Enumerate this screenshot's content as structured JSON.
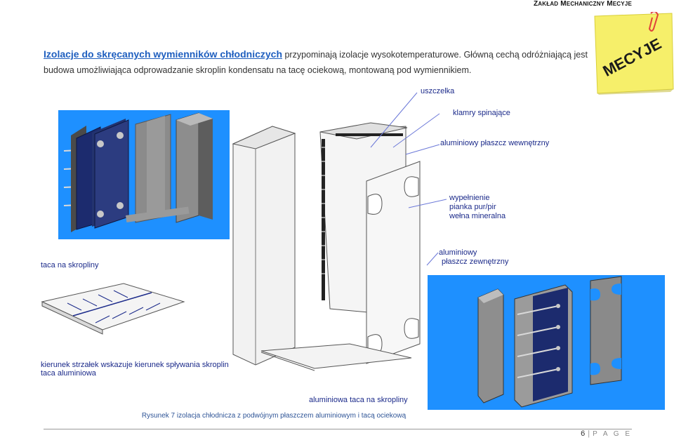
{
  "header": {
    "title_first_big": "Z",
    "title_first_rest": "AKŁAD",
    "title_second_big": "M",
    "title_second_rest": "ECHANICZNY",
    "title_third_big": "M",
    "title_third_rest": "ECYJE"
  },
  "intro": {
    "lead": "Izolacje do skręcanych wymienników chłodniczych",
    "text": " przypominają izolacje wysokotemperaturowe. Główną cechą odróżniającą jest budowa umożliwiająca odprowadzanie skroplin kondensatu na tacę ociekową, montowaną pod wymiennikiem."
  },
  "sticky_note": {
    "text": "MECYJE",
    "color": "#f6ef6a"
  },
  "labels": {
    "uszczelka": "uszczelka",
    "klamry": "klamry spinające",
    "plaszcz_wewn": "aluminiowy płaszcz wewnętrzny",
    "wypelnienie_1": "wypełnienie",
    "wypelnienie_2": "pianka pur/pir",
    "wypelnienie_3": "wełna mineralna",
    "plaszcz_zewn_1": "aluminiowy",
    "plaszcz_zewn_2": "płaszcz zewnętrzny",
    "taca_na_skropliny": "taca na skropliny",
    "kierunek": "kierunek strzałek wskazuje kierunek spływania skroplin",
    "taca_aluminiowa": "taca aluminiowa",
    "aluminiowa_taca": "aluminiowa taca na skropliny"
  },
  "caption": "Rysunek 7 izolacja chłodnicza z podwójnym płaszczem aluminiowym i tacą ociekową",
  "footer": {
    "page": "6",
    "separator": "|",
    "word": "P A G E"
  },
  "colors": {
    "accent_blue": "#1f5fbf",
    "label_navy": "#1b2a8a",
    "figure_bg_blue": "#1e90ff"
  }
}
